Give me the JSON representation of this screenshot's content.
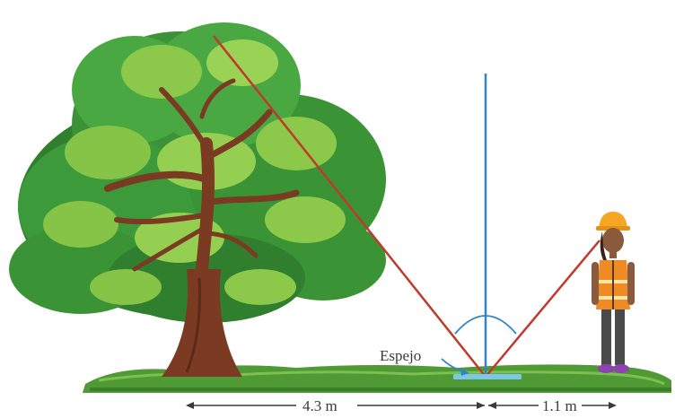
{
  "labels": {
    "mirror": "Espejo",
    "distance_tree_to_mirror": "4.3 m",
    "distance_mirror_to_person": "1.1 m"
  },
  "colors": {
    "sight_line": "#c0392b",
    "normal_line": "#2e86c9",
    "mirror": "#7cc7e8",
    "grass": "#4f9a34",
    "foliage": "#3d9a3a",
    "trunk": "#7a3b22",
    "vest": "#f08a24",
    "helmet": "#f5a623"
  },
  "icons": [
    "tree-illustration",
    "person-with-helmet",
    "mirror-icon",
    "angle-arc"
  ]
}
